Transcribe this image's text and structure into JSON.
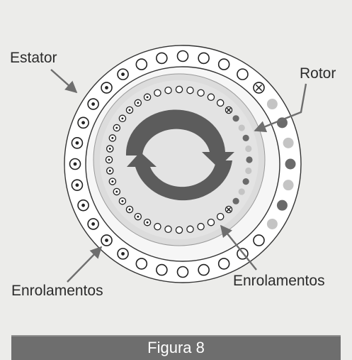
{
  "labels": {
    "estator": "Estator",
    "rotor": "Rotor",
    "enrolamentos_left": "Enrolamentos",
    "enrolamentos_right": "Enrolamentos"
  },
  "caption": "Figura 8",
  "colors": {
    "background": "#ececea",
    "stator_ring": "#ffffff",
    "rotor_disc": "#dcdcdc",
    "rotation_arrow": "#5c5c5c",
    "dark_conductor": "#6a6a6a",
    "light_conductor": "#c4c4c4",
    "caption_bar": "#6e6e6e",
    "caption_text": "#ffffff"
  },
  "icons": {
    "rotation": "circular-double-arrow-icon",
    "conductor_out": "dot-in-circle-icon",
    "conductor_in": "cross-in-circle-icon",
    "conductor_empty": "empty-circle-icon"
  }
}
